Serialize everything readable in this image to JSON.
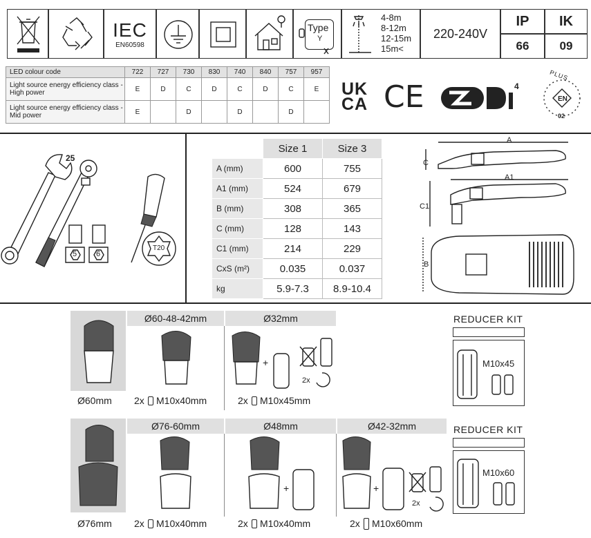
{
  "top_strip": {
    "iec_label": "IEC",
    "iec_sub": "EN60598",
    "type_label": "Type",
    "type_sub": "Y",
    "heights": [
      "4-8m",
      "8-12m",
      "12-15m",
      "15m<"
    ],
    "voltage": "220-240V",
    "ip_label": "IP",
    "ip_value": "66",
    "ik_label": "IK",
    "ik_value": "09"
  },
  "energy_table": {
    "header_label": "LED colour code",
    "codes": [
      "722",
      "727",
      "730",
      "830",
      "740",
      "840",
      "757",
      "957"
    ],
    "rows": [
      {
        "label": "Light source energy efficiency class - High power",
        "values": [
          "E",
          "D",
          "C",
          "D",
          "C",
          "D",
          "C",
          "E"
        ]
      },
      {
        "label": "Light source energy efficiency class - Mid power",
        "values": [
          "E",
          "",
          "D",
          "",
          "D",
          "",
          "D",
          ""
        ]
      }
    ]
  },
  "marks": {
    "ukca_top": "UK",
    "ukca_bottom": "CA",
    "ce": "CE",
    "dali_sup": "4",
    "enec_plus": "PLUS",
    "enec_code": "02"
  },
  "tools": {
    "wrench_size": "25",
    "hex5": "5",
    "hex6": "6",
    "torx": "T20"
  },
  "dims_table": {
    "headers": [
      "Size 1",
      "Size 3"
    ],
    "rows": [
      {
        "label": "A (mm)",
        "s1": "600",
        "s3": "755"
      },
      {
        "label": "A1 (mm)",
        "s1": "524",
        "s3": "679"
      },
      {
        "label": "B (mm)",
        "s1": "308",
        "s3": "365"
      },
      {
        "label": "C (mm)",
        "s1": "128",
        "s3": "143"
      },
      {
        "label": "C1 (mm)",
        "s1": "214",
        "s3": "229"
      },
      {
        "label": "CxS (m²)",
        "s1": "0.035",
        "s3": "0.037"
      },
      {
        "label": "kg",
        "s1": "5.9-7.3",
        "s3": "8.9-10.4"
      }
    ]
  },
  "drawing_labels": {
    "a": "A",
    "a1": "A1",
    "b": "B",
    "c": "C",
    "c1": "C1"
  },
  "mount_row1": {
    "base_label": "Ø60mm",
    "col_headers": [
      "Ø60-48-42mm",
      "Ø32mm"
    ],
    "screws": [
      "2x",
      "M10x40mm",
      "2x",
      "M10x45mm"
    ],
    "count": "2x",
    "kit_title": "REDUCER KIT",
    "kit_screw": "M10x45"
  },
  "mount_row2": {
    "base_label": "Ø76mm",
    "col_headers": [
      "Ø76-60mm",
      "Ø48mm",
      "Ø42-32mm"
    ],
    "screws": [
      "2x",
      "M10x40mm",
      "2x",
      "M10x40mm",
      "2x",
      "M10x60mm"
    ],
    "count": "2x",
    "kit_title": "REDUCER KIT",
    "kit_screw": "M10x60"
  }
}
